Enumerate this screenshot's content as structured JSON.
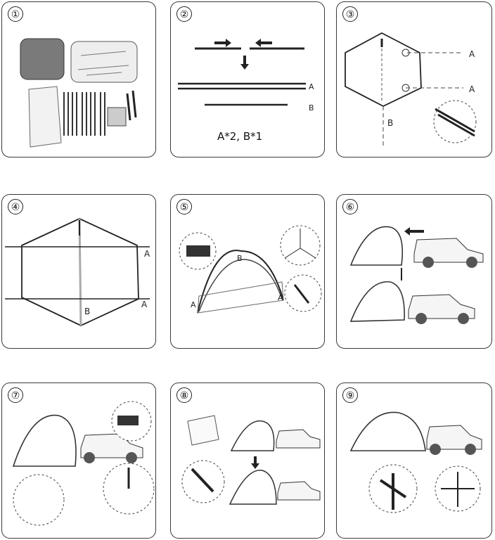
{
  "steps": [
    {
      "number": "①"
    },
    {
      "number": "②",
      "pole_labels": [
        "A",
        "B"
      ],
      "caption": "A*2, B*1"
    },
    {
      "number": "③",
      "labels": [
        "A",
        "A",
        "B"
      ]
    },
    {
      "number": "④",
      "labels": [
        "A",
        "A",
        "B"
      ]
    },
    {
      "number": "⑤",
      "labels": [
        "A",
        "A",
        "B"
      ]
    },
    {
      "number": "⑥"
    },
    {
      "number": "⑦"
    },
    {
      "number": "⑧"
    },
    {
      "number": "⑨"
    }
  ],
  "colors": {
    "stroke": "#222222",
    "border": "#3a3a3a",
    "fabric": "#8a8a8a"
  }
}
